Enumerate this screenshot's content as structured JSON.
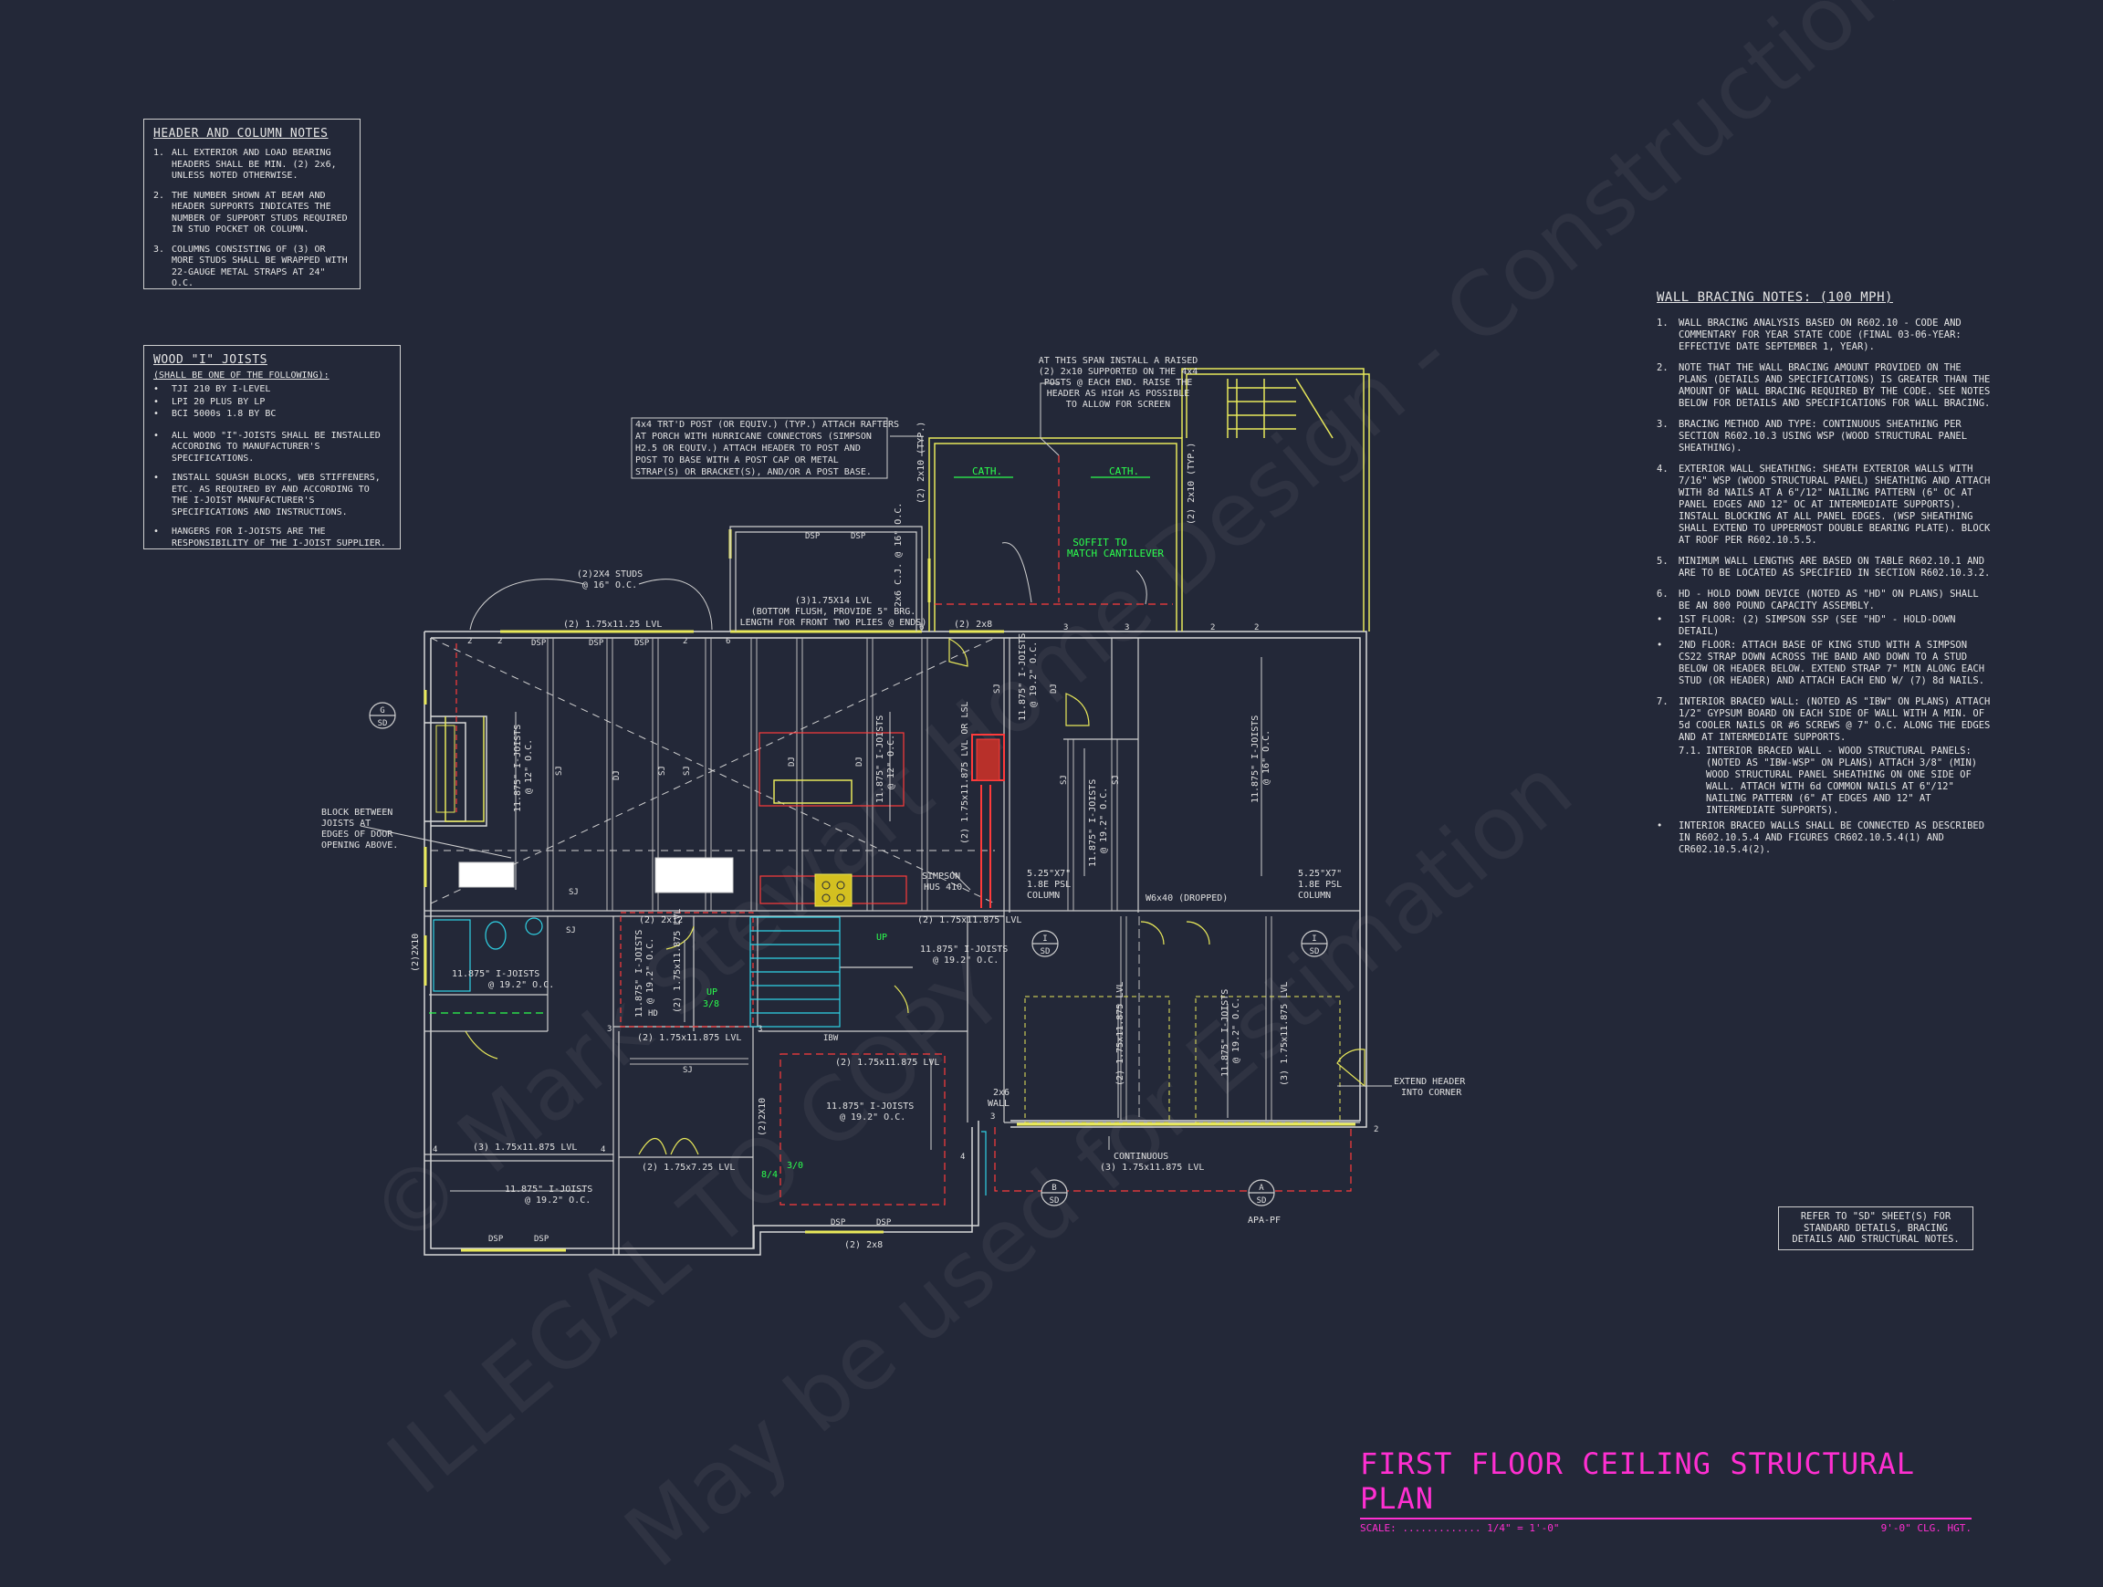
{
  "header_notes": {
    "title": "HEADER AND COLUMN NOTES",
    "items": [
      {
        "num": "1.",
        "text": "ALL EXTERIOR AND LOAD BEARING HEADERS SHALL BE MIN. (2) 2x6, UNLESS NOTED OTHERWISE."
      },
      {
        "num": "2.",
        "text": "THE NUMBER SHOWN AT BEAM AND HEADER SUPPORTS INDICATES THE NUMBER OF SUPPORT STUDS REQUIRED IN STUD POCKET OR COLUMN."
      },
      {
        "num": "3.",
        "text": "COLUMNS CONSISTING OF (3) OR MORE STUDS SHALL BE WRAPPED WITH 22-GAUGE METAL STRAPS AT 24\" O.C."
      }
    ]
  },
  "joist_notes": {
    "title": "WOOD \"I\" JOISTS",
    "subtitle": "(SHALL BE ONE OF THE FOLLOWING):",
    "options": [
      "TJI 210 BY I-LEVEL",
      "LPI 20 PLUS BY LP",
      "BCI 5000s 1.8 BY BC"
    ],
    "items": [
      "ALL WOOD \"I\"-JOISTS SHALL BE INSTALLED ACCORDING TO MANUFACTURER'S SPECIFICATIONS.",
      "INSTALL SQUASH BLOCKS, WEB STIFFENERS, ETC. AS REQUIRED BY AND ACCORDING TO THE I-JOIST MANUFACTURER'S SPECIFICATIONS AND INSTRUCTIONS.",
      "HANGERS FOR I-JOISTS ARE THE RESPONSIBILITY OF THE I-JOIST SUPPLIER."
    ]
  },
  "wall_bracing": {
    "title": "WALL BRACING NOTES: (100 MPH)",
    "items": [
      {
        "num": "1.",
        "text": "WALL BRACING ANALYSIS BASED ON R602.10 - CODE AND COMMENTARY FOR YEAR STATE CODE (FINAL 03-06-YEAR: EFFECTIVE DATE SEPTEMBER 1, YEAR)."
      },
      {
        "num": "2.",
        "text": "NOTE THAT THE WALL BRACING AMOUNT PROVIDED ON THE PLANS (DETAILS AND SPECIFICATIONS) IS GREATER THAN THE AMOUNT OF WALL BRACING REQUIRED BY THE CODE. SEE NOTES BELOW FOR DETAILS AND SPECIFICATIONS FOR WALL BRACING."
      },
      {
        "num": "3.",
        "text": "BRACING METHOD AND TYPE: CONTINUOUS SHEATHING PER SECTION R602.10.3 USING WSP (WOOD STRUCTURAL PANEL SHEATHING)."
      },
      {
        "num": "4.",
        "text": "EXTERIOR WALL SHEATHING: SHEATH EXTERIOR WALLS WITH 7/16\" WSP (WOOD STRUCTURAL PANEL) SHEATHING AND ATTACH WITH 8d NAILS AT A 6\"/12\" NAILING PATTERN (6\" OC AT PANEL EDGES AND 12\" OC AT INTERMEDIATE SUPPORTS). INSTALL BLOCKING AT ALL PANEL EDGES. (WSP SHEATHING SHALL EXTEND TO UPPERMOST DOUBLE BEARING PLATE). BLOCK AT ROOF PER R602.10.5.5."
      },
      {
        "num": "5.",
        "text": "MINIMUM WALL LENGTHS ARE BASED ON TABLE R602.10.1 AND ARE TO BE LOCATED AS SPECIFIED IN SECTION R602.10.3.2."
      },
      {
        "num": "6.",
        "text": "HD - HOLD DOWN DEVICE (NOTED AS \"HD\" ON PLANS) SHALL BE AN 800 POUND CAPACITY ASSEMBLY."
      },
      {
        "num": "•",
        "text": "1ST FLOOR: (2) SIMPSON SSP (SEE \"HD\" - HOLD-DOWN DETAIL)"
      },
      {
        "num": "•",
        "text": "2ND FLOOR: ATTACH BASE OF KING STUD WITH A SIMPSON CS22 STRAP DOWN ACROSS THE BAND AND DOWN TO A STUD BELOW OR HEADER BELOW. EXTEND STRAP 7\" MIN ALONG EACH STUD (OR HEADER) AND ATTACH EACH END W/ (7) 8d NAILS."
      },
      {
        "num": "7.",
        "text": "INTERIOR BRACED WALL: (NOTED AS \"IBW\" ON PLANS) ATTACH 1/2\" GYPSUM BOARD ON EACH SIDE OF WALL WITH A MIN. OF 5d COOLER NAILS OR #6 SCREWS @ 7\" O.C. ALONG THE EDGES AND AT INTERMEDIATE SUPPORTS."
      }
    ],
    "sub_item": {
      "num": "7.1.",
      "text": "INTERIOR BRACED WALL - WOOD STRUCTURAL PANELS: (NOTED AS \"IBW-WSP\" ON PLANS) ATTACH 3/8\" (MIN) WOOD STRUCTURAL PANEL SHEATHING ON ONE SIDE OF WALL. ATTACH WITH 6d COMMON NAILS AT 6\"/12\" NAILING PATTERN (6\" AT EDGES AND 12\" AT INTERMEDIATE SUPPORTS)."
    },
    "last": {
      "num": "•",
      "text": "INTERIOR BRACED WALLS SHALL BE CONNECTED AS DESCRIBED IN R602.10.5.4 AND FIGURES CR602.10.5.4(1) AND CR602.10.5.4(2)."
    }
  },
  "refer_note": "REFER TO \"SD\" SHEET(S) FOR STANDARD DETAILS, BRACING DETAILS AND STRUCTURAL NOTES.",
  "title_block": {
    "title": "FIRST FLOOR CEILING STRUCTURAL PLAN",
    "scale_label": "SCALE: ............. 1/4\" = 1'-0\"",
    "ceiling": "9'-0\" CLG. HGT."
  },
  "callouts": {
    "raised_span": [
      "AT THIS SPAN INSTALL A RAISED",
      "(2) 2x10 SUPPORTED ON THE 4x4",
      "POSTS @ EACH END. RAISE THE",
      "HEADER AS HIGH AS POSSIBLE",
      "TO ALLOW FOR SCREEN"
    ],
    "porch_post": [
      "4x4 TRT'D POST (OR EQUIV.) (TYP.) ATTACH RAFTERS",
      "AT PORCH WITH HURRICANE CONNECTORS (SIMPSON",
      "H2.5 OR EQUIV.) ATTACH HEADER TO POST AND",
      "POST TO BASE WITH A POST CAP OR METAL",
      "STRAP(S) OR BRACKET(S), AND/OR A POST BASE."
    ],
    "block_between": [
      "BLOCK BETWEEN",
      "JOISTS AT",
      "EDGES OF DOOR",
      "OPENING ABOVE."
    ],
    "studs": [
      "(2)2X4 STUDS",
      "@ 16\" O.C."
    ],
    "bottom_flush": [
      "(3)1.75X14 LVL",
      "(BOTTOM FLUSH, PROVIDE 5\" BRG.",
      "LENGTH FOR FRONT TWO PLIES @ ENDS)"
    ],
    "soffit": [
      "SOFFIT TO",
      "MATCH CANTILEVER"
    ],
    "cath": "CATH.",
    "simpson": [
      "SIMPSON",
      "HUS 410"
    ],
    "psl_left": [
      "5.25\"X7\"",
      "1.8E PSL",
      "COLUMN"
    ],
    "psl_right": [
      "5.25\"X7\"",
      "1.8E PSL",
      "COLUMN"
    ],
    "dropped": "W6x40 (DROPPED)",
    "extend_header": [
      "EXTEND HEADER",
      "INTO CORNER"
    ],
    "continuous": [
      "CONTINUOUS",
      "(3) 1.75x11.875 LVL"
    ],
    "apa": "APA-PF",
    "wall_2x6": [
      "2x6",
      "WALL"
    ],
    "lvl_top": "(2) 1.75x11.25 LVL",
    "lvl_mid": "(2) 1.75x11.875 LVL",
    "lvl_stair": "(2) 1.75x11.875 LVL",
    "lvl_bot": "(3) 1.75x11.875 LVL",
    "lvl_door": "(2) 1.75x7.25 LVL",
    "lvl_center": "(2) 1.75x11.875 LVL",
    "lvl_vert": "(2) 1.75x11.875 LVL OR LSL",
    "x2x8_top": "(2) 2x8",
    "x2x8_bot": "(2) 2x8",
    "x2x12": "(2) 2x12",
    "x2x10_l": "(2) 2x10 (TYP.)",
    "x2x10_r": "(2) 2x10 (TYP.)",
    "x2x10_side": "(2)2X10",
    "joist_12": [
      "11.875\" I-JOISTS",
      "@ 12\" O.C."
    ],
    "joist_16": [
      "11.875\" I-JOISTS",
      "@ 16\" O.C."
    ],
    "joist_192": [
      "11.875\" I-JOISTS",
      "@ 19.2\" O.C."
    ],
    "dsp": "DSP",
    "sj": "SJ",
    "dj": "DJ",
    "ibw": "IBW",
    "hd": "HD",
    "up": "UP",
    "sd": "SD",
    "sec_g": "G",
    "sec_b": "B",
    "sec_a": "A",
    "sec_i": "I",
    "jamb_nums": [
      "2",
      "3",
      "4",
      "6"
    ],
    "green_nums": [
      "8/4",
      "3/0",
      "3/8"
    ],
    "ceiling_j": "2x6 C.J. @ 16\" O.C."
  },
  "watermark": [
    "© Mark Stewart Home Design - Construction",
    "ILLEGAL TO COPY",
    "May be used for Estimation"
  ],
  "colors": {
    "background": "#232838",
    "wall": "#d8d8d8",
    "beam": "#e8e85a",
    "header": "#ff3b3b",
    "green": "#2bff4d",
    "cyan": "#2fd3e6",
    "title": "#ff2fd1"
  }
}
